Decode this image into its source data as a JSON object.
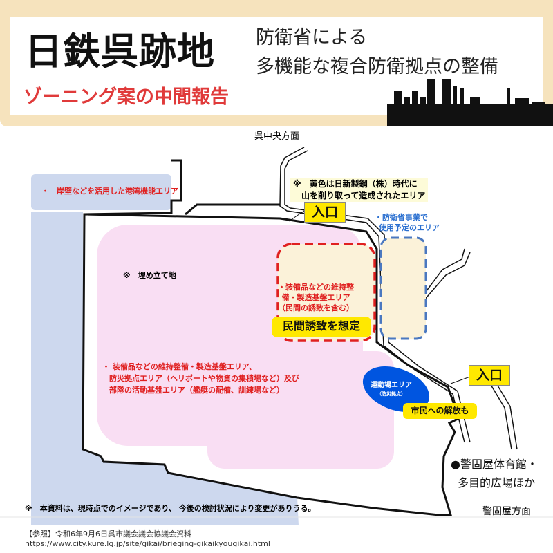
{
  "header": {
    "title": "日鉄呉跡地",
    "subtitle_line1": "防衛省による",
    "subtitle_line2": "多機能な複合防衛拠点の整備",
    "zoning": "ゾーニング案の中間報告"
  },
  "map": {
    "direction_north": "呉中央方面",
    "direction_south": "警固屋方面",
    "port_area": "・　岸壁などを活用した港湾機能エリア",
    "reclaimed": "※　埋め立て地",
    "yellow_note_1": "※　黄色は日新製鋼（株）時代に",
    "yellow_note_2": "山を削り取って造成されたエリア",
    "entrance_1": "入口",
    "entrance_2": "入口",
    "mod_area_1": "・防衛省事業で",
    "mod_area_2": "使用予定のエリア",
    "maint_1": "・装備品などの維持整",
    "maint_2": "備・製造基盤エリア",
    "maint_3": "（民間の誘致を含む）",
    "private_badge": "民間誘致を想定",
    "main_area_1": "・ 装備品などの維持整備・製造基盤エリア、",
    "main_area_2": "防災拠点エリア（ヘリポートや物資の集積場など）及び",
    "main_area_3": "部隊の活動基盤エリア（艦艇の配備、訓練場など）",
    "sports_area": "運動場エリア",
    "sports_sub": "（防災拠点）",
    "public_badge": "市民への解放も",
    "gym_1": "●警固屋体育館・",
    "gym_2": "多目的広場ほか",
    "disclaimer": "※　本資料は、現時点でのイメージであり、 今後の検討状況により変更がありうる。"
  },
  "footer": {
    "reference": "【参照】令和6年9月6日呉市議会議会協議会資料",
    "url": "https://www.city.kure.lg.jp/site/gikai/brieging-gikaikyougikai.html"
  },
  "colors": {
    "frame": "#f6e3bd",
    "red": "#e02020",
    "blue": "#2a6fd0",
    "yellow": "#ffe800",
    "port": "#cdd8ee",
    "pink": "#f9def3"
  }
}
